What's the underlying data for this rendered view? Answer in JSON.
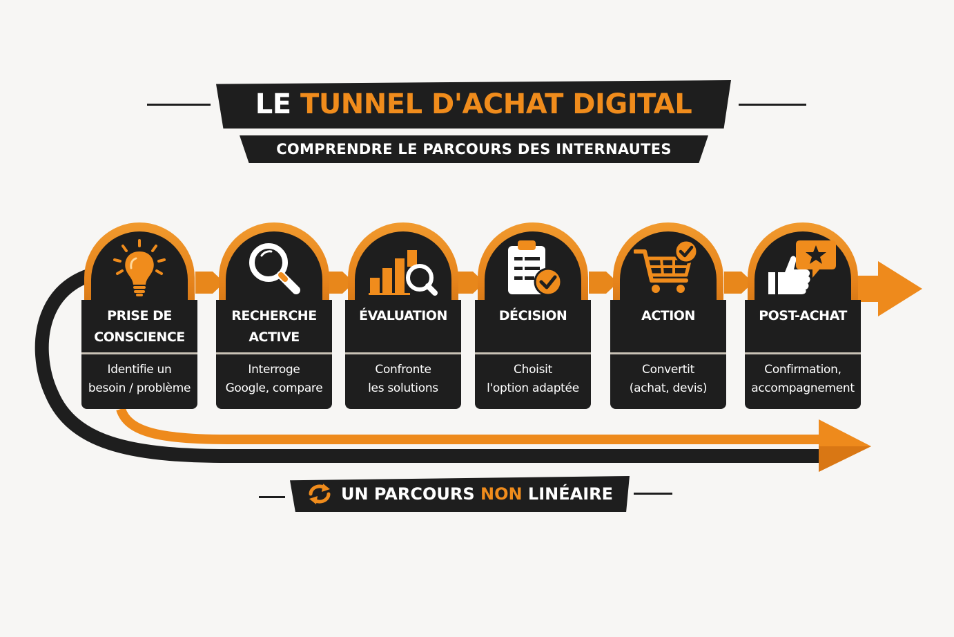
{
  "header": {
    "title_prefix": "LE ",
    "title_highlight": "TUNNEL D'ACHAT DIGITAL",
    "subtitle": "COMPRENDRE LE PARCOURS DES INTERNAUTES"
  },
  "steps": [
    {
      "title": "PRISE DE\nCONSCIENCE",
      "description": "Identifie un\nbesoin / problème",
      "icon": "lightbulb-icon"
    },
    {
      "title": "RECHERCHE\nACTIVE",
      "description": "Interroge\nGoogle, compare",
      "icon": "magnifier-icon"
    },
    {
      "title": "ÉVALUATION",
      "description": "Confronte\nles solutions",
      "icon": "bar-chart-search-icon"
    },
    {
      "title": "DÉCISION",
      "description": "Choisit\nl'option adaptée",
      "icon": "clipboard-check-icon"
    },
    {
      "title": "ACTION",
      "description": "Convertit\n(achat, devis)",
      "icon": "cart-check-icon"
    },
    {
      "title": "POST-ACHAT",
      "description": "Confirmation,\naccompagnement",
      "icon": "thumbs-up-star-icon"
    }
  ],
  "footer": {
    "text_before": "UN PARCOURS ",
    "text_highlight": "NON",
    "text_after": " LINÉAIRE",
    "icon": "cycle-arrows-icon"
  },
  "colors": {
    "accent": "#f08c1c",
    "dark": "#1e1e1e",
    "background": "#f7f6f4"
  }
}
